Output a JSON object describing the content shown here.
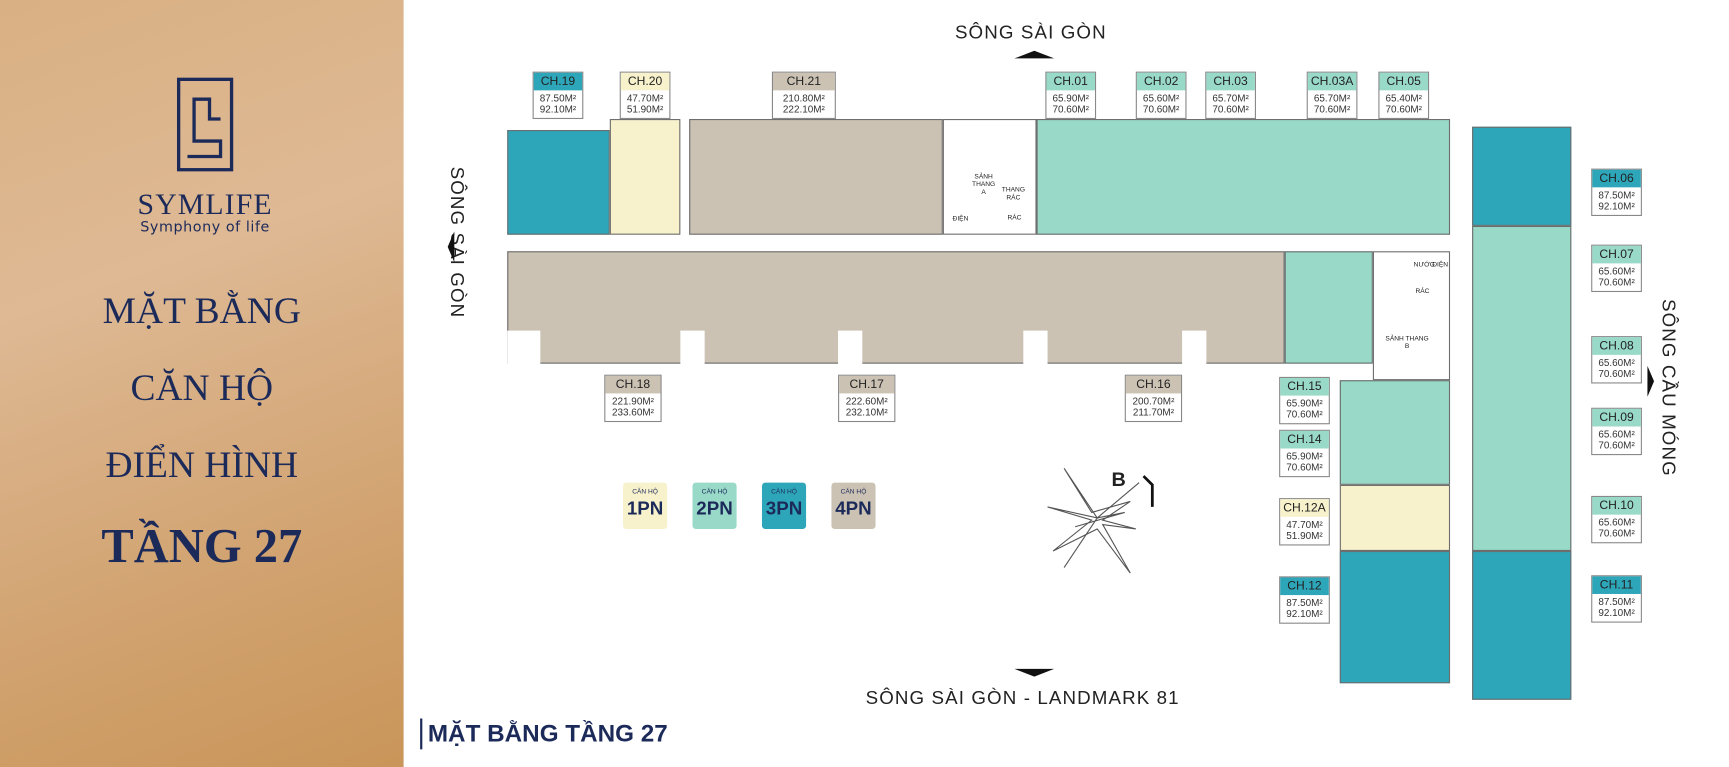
{
  "brand": {
    "name": "SYMLIFE",
    "tagline": "Symphony of life"
  },
  "heading": {
    "line1": "MẶT BẰNG",
    "line2": "CĂN HỘ",
    "line3": "ĐIỂN HÌNH",
    "line4": "TẦNG 27"
  },
  "directions": {
    "top": "SÔNG SÀI GÒN",
    "left": "SÔNG SÀI GÒN",
    "right": "SÔNG CẦU MÓNG",
    "bottom": "SÔNG SÀI GÒN - LANDMARK 81"
  },
  "footer_title": "MẶT BẰNG TẦNG 27",
  "compass_label": "B",
  "core": {
    "lobby_a": "SẢNH THANG A",
    "trash_chute": "THANG RÁC",
    "trash_a": "RÁC",
    "electric_a": "ĐIỆN",
    "lobby_b": "SẢNH THANG B",
    "water_b": "NƯỚC",
    "electric_b": "ĐIỆN",
    "trash_b": "RÁC"
  },
  "legend": [
    {
      "small": "CĂN HỘ",
      "label": "1PN",
      "color": "#f7f1cc"
    },
    {
      "small": "CĂN HỘ",
      "label": "2PN",
      "color": "#98d9c8"
    },
    {
      "small": "CĂN HỘ",
      "label": "3PN",
      "color": "#2ea6b9"
    },
    {
      "small": "CĂN HỘ",
      "label": "4PN",
      "color": "#cbc2b4"
    }
  ],
  "units": [
    {
      "id": "CH.19",
      "area1": "87.50M²",
      "area2": "92.10M²",
      "type": "3PN"
    },
    {
      "id": "CH.20",
      "area1": "47.70M²",
      "area2": "51.90M²",
      "type": "1PN"
    },
    {
      "id": "CH.21",
      "area1": "210.80M²",
      "area2": "222.10M²",
      "type": "4PN"
    },
    {
      "id": "CH.01",
      "area1": "65.90M²",
      "area2": "70.60M²",
      "type": "2PN"
    },
    {
      "id": "CH.02",
      "area1": "65.60M²",
      "area2": "70.60M²",
      "type": "2PN"
    },
    {
      "id": "CH.03",
      "area1": "65.70M²",
      "area2": "70.60M²",
      "type": "2PN"
    },
    {
      "id": "CH.03A",
      "area1": "65.70M²",
      "area2": "70.60M²",
      "type": "2PN"
    },
    {
      "id": "CH.05",
      "area1": "65.40M²",
      "area2": "70.60M²",
      "type": "2PN"
    },
    {
      "id": "CH.06",
      "area1": "87.50M²",
      "area2": "92.10M²",
      "type": "3PN"
    },
    {
      "id": "CH.07",
      "area1": "65.60M²",
      "area2": "70.60M²",
      "type": "2PN"
    },
    {
      "id": "CH.08",
      "area1": "65.60M²",
      "area2": "70.60M²",
      "type": "2PN"
    },
    {
      "id": "CH.09",
      "area1": "65.60M²",
      "area2": "70.60M²",
      "type": "2PN"
    },
    {
      "id": "CH.10",
      "area1": "65.60M²",
      "area2": "70.60M²",
      "type": "2PN"
    },
    {
      "id": "CH.11",
      "area1": "87.50M²",
      "area2": "92.10M²",
      "type": "3PN"
    },
    {
      "id": "CH.12",
      "area1": "87.50M²",
      "area2": "92.10M²",
      "type": "3PN"
    },
    {
      "id": "CH.12A",
      "area1": "47.70M²",
      "area2": "51.90M²",
      "type": "1PN"
    },
    {
      "id": "CH.14",
      "area1": "65.90M²",
      "area2": "70.60M²",
      "type": "2PN"
    },
    {
      "id": "CH.15",
      "area1": "65.90M²",
      "area2": "70.60M²",
      "type": "2PN"
    },
    {
      "id": "CH.16",
      "area1": "200.70M²",
      "area2": "211.70M²",
      "type": "4PN"
    },
    {
      "id": "CH.17",
      "area1": "222.60M²",
      "area2": "232.10M²",
      "type": "4PN"
    },
    {
      "id": "CH.18",
      "area1": "221.90M²",
      "area2": "233.60M²",
      "type": "4PN"
    }
  ],
  "colors": {
    "navy": "#1c2a5a",
    "p1": "#f7f1cc",
    "p2": "#98d9c8",
    "p3": "#2ea6b9",
    "p4": "#cbc2b4"
  }
}
